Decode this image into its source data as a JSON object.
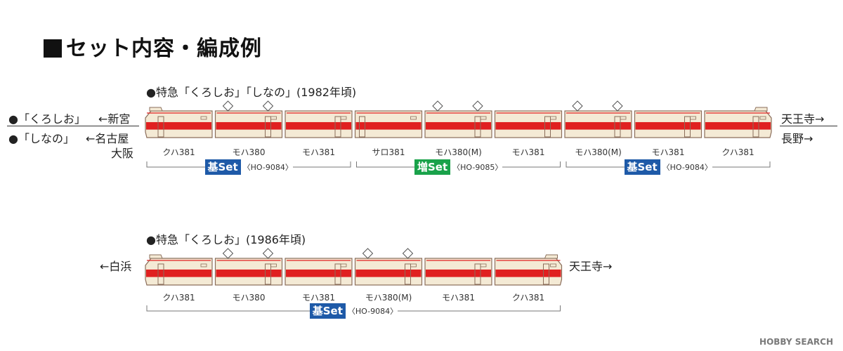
{
  "title": "セット内容・編成例",
  "colors": {
    "cream": "#f4ead5",
    "red": "#e02020",
    "outline": "#8a6d5a",
    "base_set": "#1e5aa8",
    "add_set": "#19a24a"
  },
  "formation1": {
    "label": "●特急「くろしお」「しなの」(1982年頃)",
    "left_dest_kuroshio_train": "●「くろしお」",
    "left_dest_kuroshio_station": "←新宮",
    "left_dest_shinano_train": "●「しなの」",
    "left_dest_shinano_station": "←名古屋",
    "left_dest_shinano_station2": "大阪",
    "right_dest_top": "天王寺→",
    "right_dest_bottom": "長野→",
    "cars": [
      {
        "label": "クハ381",
        "type": "cab-left",
        "pantograph": false
      },
      {
        "label": "モハ380",
        "type": "middle",
        "pantograph": true
      },
      {
        "label": "モハ381",
        "type": "middle",
        "pantograph": false
      },
      {
        "label": "サロ381",
        "type": "green",
        "pantograph": false
      },
      {
        "label": "モハ380(M)",
        "type": "middle",
        "pantograph": true
      },
      {
        "label": "モハ381",
        "type": "middle",
        "pantograph": false
      },
      {
        "label": "モハ380(M)",
        "type": "middle",
        "pantograph": true
      },
      {
        "label": "モハ381",
        "type": "middle",
        "pantograph": false
      },
      {
        "label": "クハ381",
        "type": "cab-right",
        "pantograph": false
      }
    ],
    "sets": [
      {
        "name": "基Set",
        "part": "〈HO-9084〉",
        "kind": "base",
        "start": 0,
        "end": 2
      },
      {
        "name": "増Set",
        "part": "〈HO-9085〉",
        "kind": "add",
        "start": 3,
        "end": 5
      },
      {
        "name": "基Set",
        "part": "〈HO-9084〉",
        "kind": "base",
        "start": 6,
        "end": 8
      }
    ]
  },
  "formation2": {
    "label": "●特急「くろしお」(1986年頃)",
    "left_dest": "←白浜",
    "right_dest": "天王寺→",
    "cars": [
      {
        "label": "クハ381",
        "type": "cab-left",
        "pantograph": false
      },
      {
        "label": "モハ380",
        "type": "middle",
        "pantograph": true
      },
      {
        "label": "モハ381",
        "type": "middle",
        "pantograph": false
      },
      {
        "label": "モハ380(M)",
        "type": "middle",
        "pantograph": true
      },
      {
        "label": "モハ381",
        "type": "middle",
        "pantograph": false
      },
      {
        "label": "クハ381",
        "type": "cab-right",
        "pantograph": false
      }
    ],
    "sets": [
      {
        "name": "基Set",
        "part": "〈HO-9084〉",
        "kind": "base",
        "start": 0,
        "end": 5
      }
    ]
  },
  "watermark": "HOBBY SEARCH"
}
